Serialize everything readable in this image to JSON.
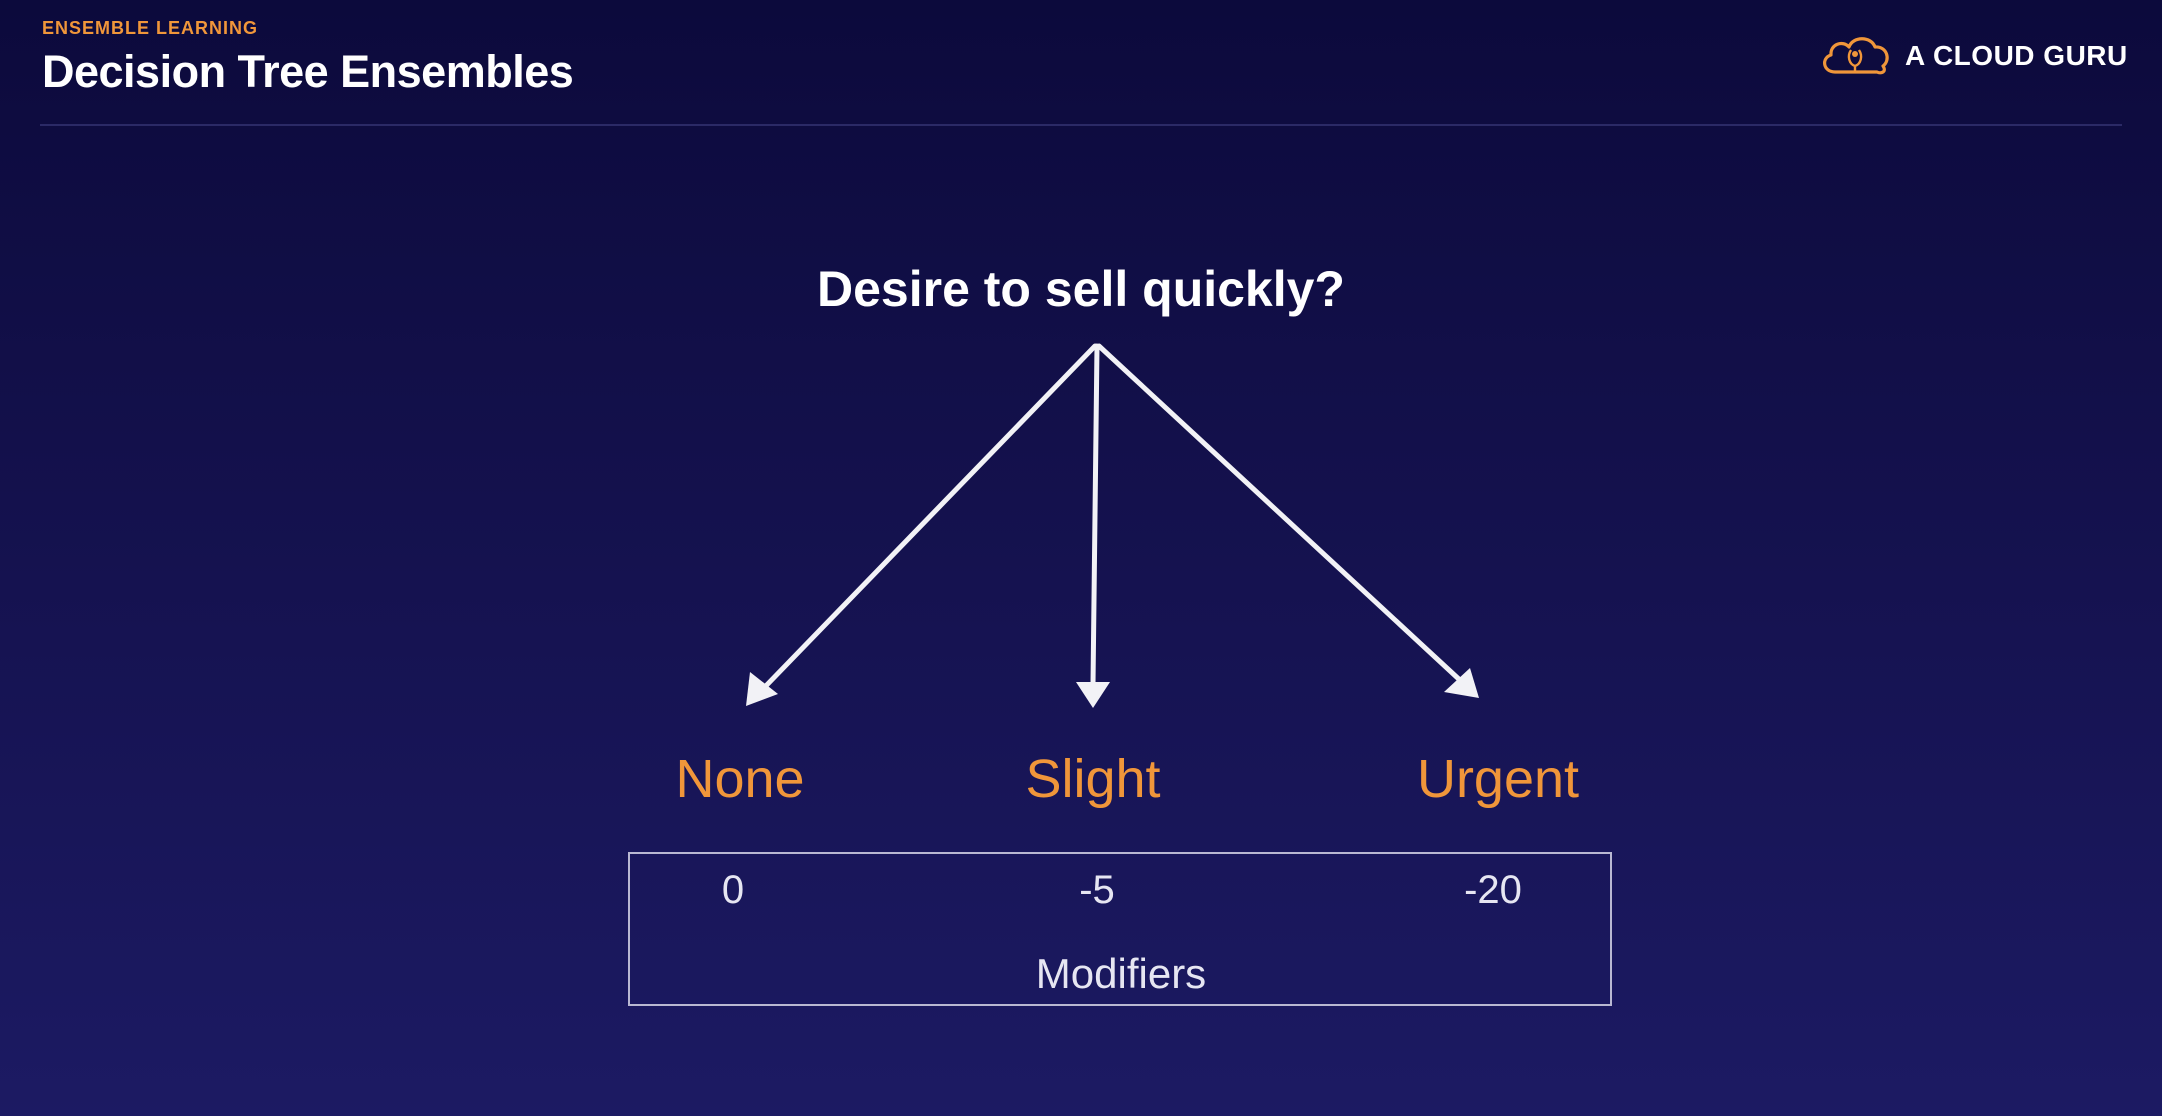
{
  "header": {
    "eyebrow": "ENSEMBLE LEARNING",
    "title": "Decision Tree Ensembles"
  },
  "logo": {
    "text": "A CLOUD GURU",
    "icon": "cloud-icon"
  },
  "diagram": {
    "question": "Desire to sell quickly?",
    "options": [
      {
        "label": "None",
        "modifier": "0"
      },
      {
        "label": "Slight",
        "modifier": "-5"
      },
      {
        "label": "Urgent",
        "modifier": "-20"
      }
    ],
    "modifiers_label": "Modifiers"
  },
  "colors": {
    "accent": "#f0963a",
    "background": "#14114d",
    "text": "#ffffff"
  }
}
